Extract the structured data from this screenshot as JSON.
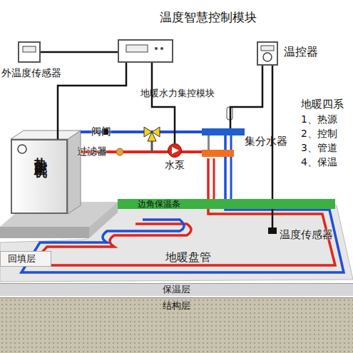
{
  "diagram": {
    "nodes": [
      {
        "text": [
          "外温度传感器"
        ]
      },
      {
        "text": [
          "温度智慧控制模块"
        ]
      },
      {
        "text": [
          "温控器"
        ]
      },
      {
        "text": [
          "热能主机"
        ]
      },
      {
        "text": [
          "集分水器"
        ]
      },
      {
        "text": [
          "水泵"
        ]
      },
      {
        "text": [
          "边角保温条"
        ]
      },
      {
        "text": [
          "回填层"
        ]
      },
      {
        "text": [
          "保温层"
        ]
      },
      {
        "text": [
          "结构层"
        ]
      }
    ],
    "edges": [
      {
        "from": 0,
        "to": 1,
        "arrow": "none"
      },
      {
        "from": 1,
        "to": 3,
        "arrow": "none"
      },
      {
        "from": 1,
        "to": 5,
        "arrow": "none"
      },
      {
        "from": 2,
        "to": 4,
        "arrow": "none"
      }
    ],
    "labels": [
      "地暖水力集控模块",
      "地暖四系",
      "1、热源",
      "2、控制",
      "3、管道",
      "4、保温",
      "阀门",
      "过滤器",
      "温度传感器",
      "地暖盘管"
    ]
  }
}
